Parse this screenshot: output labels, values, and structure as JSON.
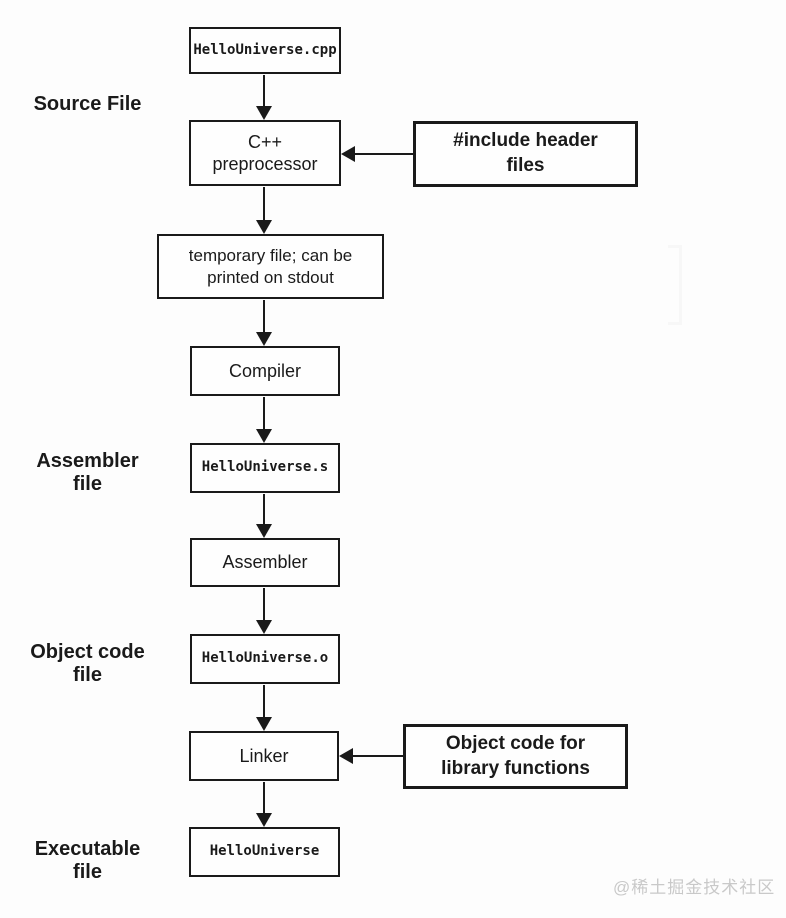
{
  "diagram": {
    "description": "C++ compilation pipeline flowchart",
    "main_nodes": [
      {
        "id": "source-cpp",
        "kind": "file",
        "label": "HelloUniverse.cpp"
      },
      {
        "id": "preprocessor",
        "kind": "process",
        "label": "C++\npreprocessor"
      },
      {
        "id": "temp-file",
        "kind": "note",
        "label": "temporary file; can be\nprinted on stdout"
      },
      {
        "id": "compiler",
        "kind": "process",
        "label": "Compiler"
      },
      {
        "id": "assembler-file",
        "kind": "file",
        "label": "HelloUniverse.s"
      },
      {
        "id": "assembler",
        "kind": "process",
        "label": "Assembler"
      },
      {
        "id": "object-file",
        "kind": "file",
        "label": "HelloUniverse.o"
      },
      {
        "id": "linker",
        "kind": "process",
        "label": "Linker"
      },
      {
        "id": "executable",
        "kind": "file",
        "label": "HelloUniverse"
      }
    ],
    "side_nodes": [
      {
        "id": "include-headers",
        "label": "#include header\nfiles"
      },
      {
        "id": "library-objects",
        "label": "Object code for\nlibrary functions"
      }
    ],
    "stage_labels": [
      {
        "id": "source-file",
        "label": "Source File"
      },
      {
        "id": "assembler-file",
        "label": "Assembler\nfile"
      },
      {
        "id": "object-code",
        "label": "Object code\nfile"
      },
      {
        "id": "executable-file",
        "label": "Executable\nfile"
      }
    ],
    "watermark": "@稀土掘金技术社区"
  },
  "colors": {
    "background": "#fdfdfd",
    "box_border": "#1a1a1a",
    "text": "#1a1a1a",
    "watermark": "#c9c9c9"
  }
}
